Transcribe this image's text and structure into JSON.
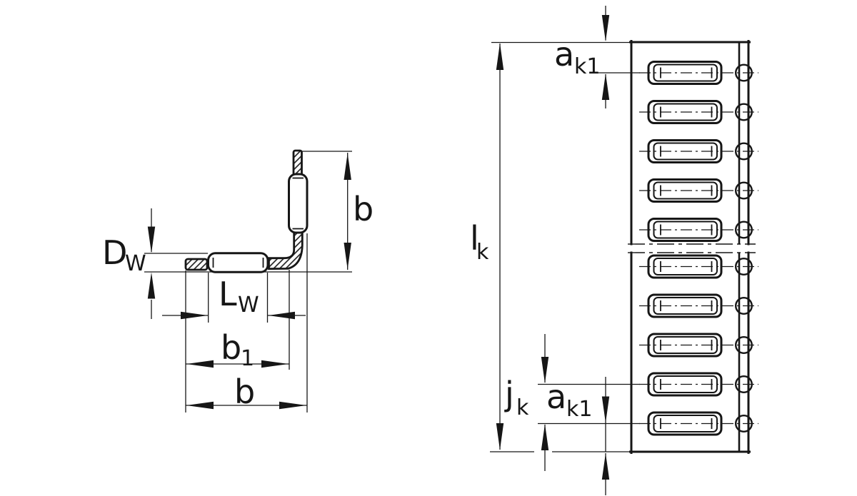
{
  "figure_type": "technical-dimension-drawing",
  "colors": {
    "background": "#ffffff",
    "line": "#161616"
  },
  "cross_section": {
    "labels": {
      "dw": {
        "base": "D",
        "sub": "W"
      },
      "lw": {
        "base": "L",
        "sub": "W"
      },
      "b1": {
        "base": "b",
        "sub": "1"
      },
      "b_width": {
        "base": "b"
      },
      "b_height": {
        "base": "b"
      }
    }
  },
  "plan_view": {
    "pocket_count": 10,
    "labels": {
      "lk": {
        "base": "l",
        "sub": "k"
      },
      "ak1_top": {
        "base": "a",
        "sub": "k1"
      },
      "jk": {
        "base": "j",
        "sub": "k"
      },
      "ak1_bottom": {
        "base": "a",
        "sub": "k1"
      }
    }
  }
}
